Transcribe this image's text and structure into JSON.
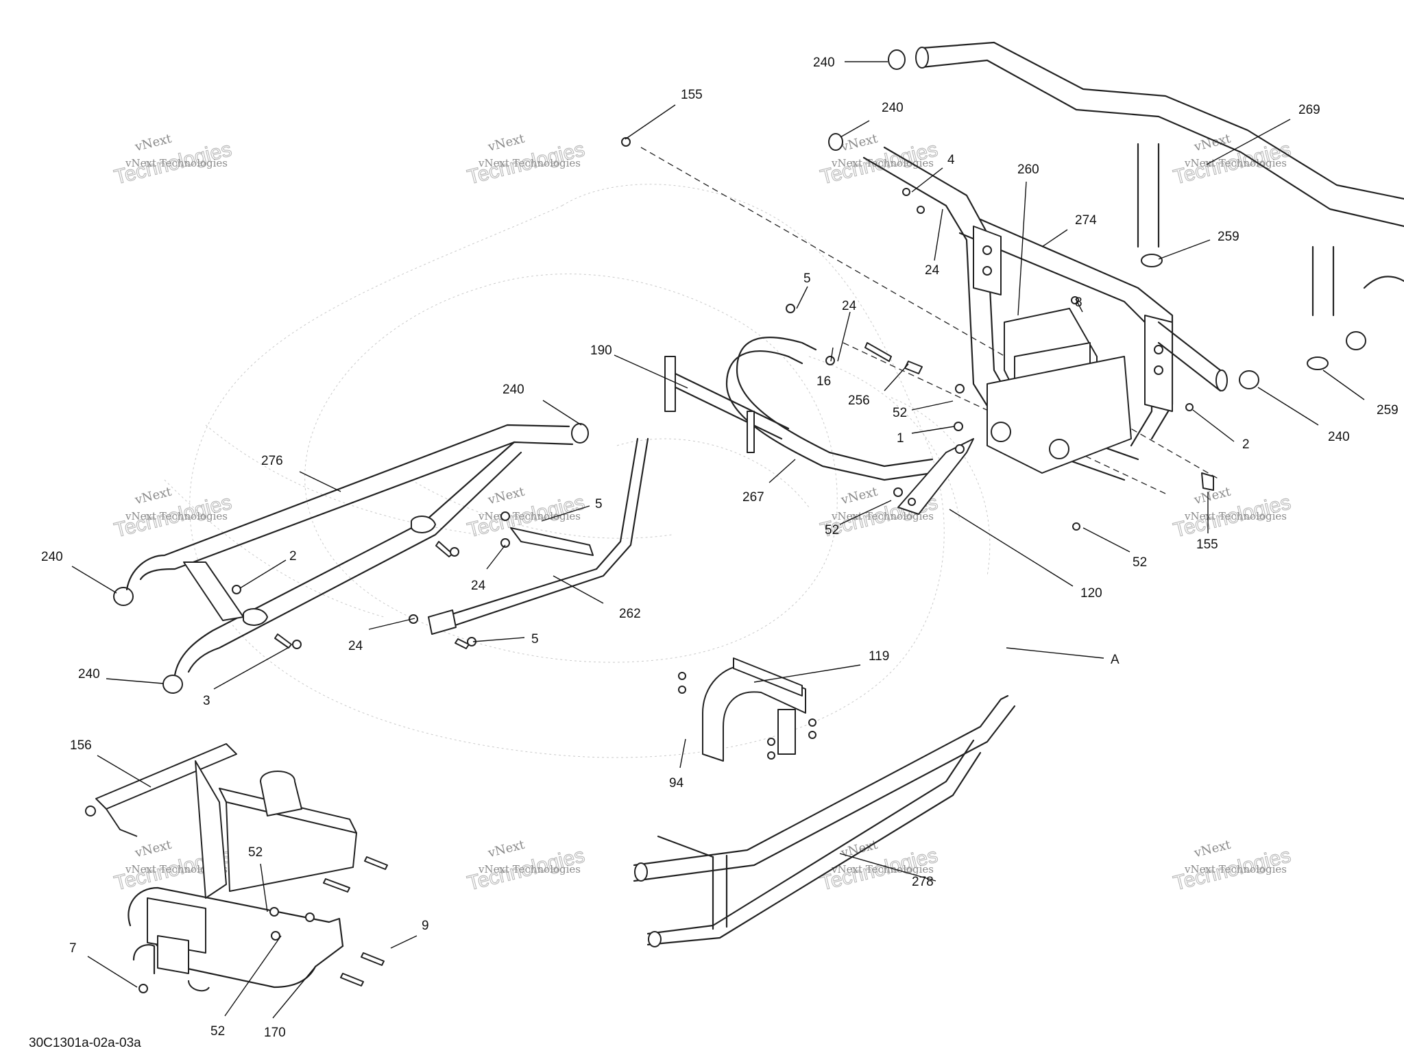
{
  "figure_id": "30C1301a-02a-03a",
  "watermark": {
    "line1": "vNext",
    "line2": "vNext Technologies",
    "line3": "Technologies"
  },
  "callouts": [
    {
      "id": "c-240-top",
      "label": "240"
    },
    {
      "id": "c-155-top",
      "label": "155"
    },
    {
      "id": "c-240-b",
      "label": "240"
    },
    {
      "id": "c-4",
      "label": "4"
    },
    {
      "id": "c-269",
      "label": "269"
    },
    {
      "id": "c-260",
      "label": "260"
    },
    {
      "id": "c-274",
      "label": "274"
    },
    {
      "id": "c-24-a",
      "label": "24"
    },
    {
      "id": "c-259-a",
      "label": "259"
    },
    {
      "id": "c-5-a",
      "label": "5"
    },
    {
      "id": "c-24-b",
      "label": "24"
    },
    {
      "id": "c-8",
      "label": "8"
    },
    {
      "id": "c-190",
      "label": "190"
    },
    {
      "id": "c-16",
      "label": "16"
    },
    {
      "id": "c-256",
      "label": "256"
    },
    {
      "id": "c-52-a",
      "label": "52"
    },
    {
      "id": "c-1",
      "label": "1"
    },
    {
      "id": "c-240-c",
      "label": "240"
    },
    {
      "id": "c-259-b",
      "label": "259"
    },
    {
      "id": "c-2-a",
      "label": "2"
    },
    {
      "id": "c-240-d",
      "label": "240"
    },
    {
      "id": "c-276",
      "label": "276"
    },
    {
      "id": "c-267",
      "label": "267"
    },
    {
      "id": "c-5-b",
      "label": "5"
    },
    {
      "id": "c-52-b",
      "label": "52"
    },
    {
      "id": "c-155-b",
      "label": "155"
    },
    {
      "id": "c-52-c",
      "label": "52"
    },
    {
      "id": "c-240-e",
      "label": "240"
    },
    {
      "id": "c-2-b",
      "label": "2"
    },
    {
      "id": "c-24-c",
      "label": "24"
    },
    {
      "id": "c-262",
      "label": "262"
    },
    {
      "id": "c-120",
      "label": "120"
    },
    {
      "id": "c-24-d",
      "label": "24"
    },
    {
      "id": "c-5-c",
      "label": "5"
    },
    {
      "id": "c-240-f",
      "label": "240"
    },
    {
      "id": "c-3",
      "label": "3"
    },
    {
      "id": "c-119",
      "label": "119"
    },
    {
      "id": "c-A",
      "label": "A"
    },
    {
      "id": "c-156",
      "label": "156"
    },
    {
      "id": "c-94",
      "label": "94"
    },
    {
      "id": "c-52-d",
      "label": "52"
    },
    {
      "id": "c-278",
      "label": "278"
    },
    {
      "id": "c-9",
      "label": "9"
    },
    {
      "id": "c-7",
      "label": "7"
    },
    {
      "id": "c-52-e",
      "label": "52"
    },
    {
      "id": "c-170",
      "label": "170"
    }
  ]
}
